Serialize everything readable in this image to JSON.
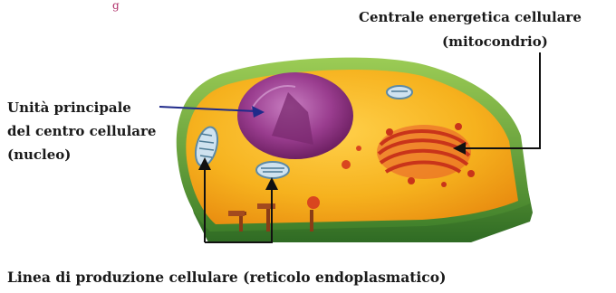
{
  "labels": {
    "nucleus": [
      "Unità principale",
      "del centro cellulare",
      "(nucleo)"
    ],
    "mitochondrion": [
      "Centrale energetica cellulare",
      "(mitocondrio)"
    ],
    "endoplasmic_reticulum": "Linea di produzione cellulare (reticolo endoplasmatico)"
  },
  "colors": {
    "arrow_nucleus": "#1f2a8a",
    "arrow_black": "#111111",
    "cytoplasm": "#f4b21f",
    "membrane": "#6fae3a",
    "nucleus": "#9a3d8f"
  }
}
